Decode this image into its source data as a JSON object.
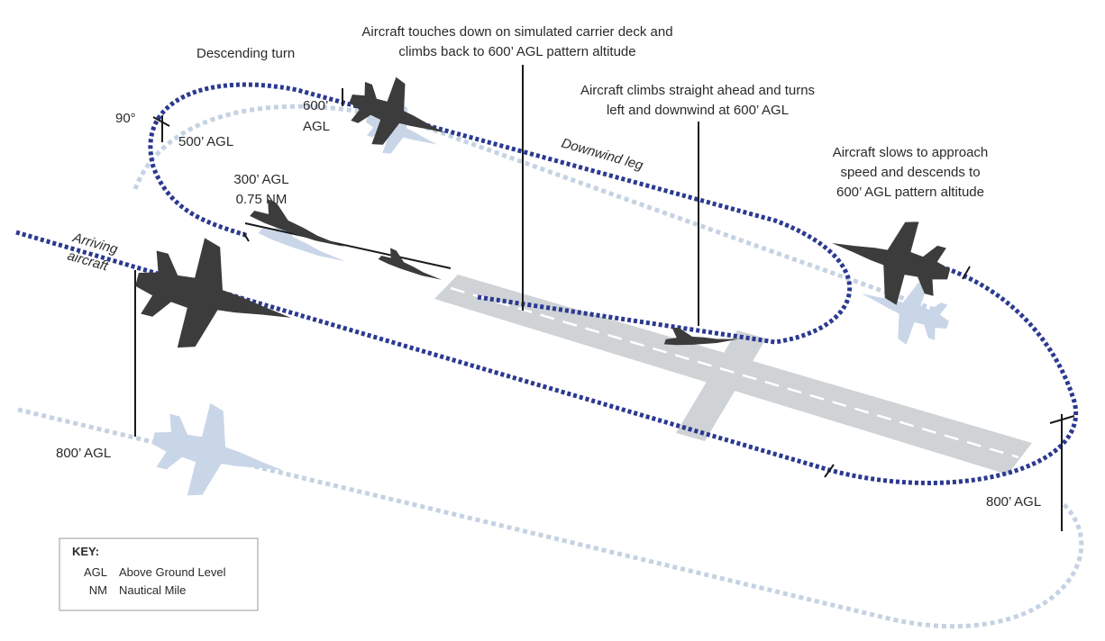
{
  "labels": {
    "descending_turn": "Descending turn",
    "touchdown_line1": "Aircraft touches down on simulated carrier deck and",
    "touchdown_line2": "climbs back to 600’ AGL pattern altitude",
    "climbs_line1": "Aircraft climbs straight ahead and turns",
    "climbs_line2": "left and downwind at 600’ AGL",
    "slows_line1": "Aircraft slows to approach",
    "slows_line2": "speed and descends to",
    "slows_line3": "600’ AGL pattern altitude",
    "downwind_leg": "Downwind leg",
    "arriving_line1": "Arriving",
    "arriving_line2": "aircraft",
    "ninety_deg": "90°",
    "agl_500": "500’ AGL",
    "agl_600_line1": "600’",
    "agl_600_line2": "AGL",
    "agl_300": "300’ AGL",
    "nm_075": "0.75 NM",
    "agl_800_left": "800’ AGL",
    "agl_800_right": "800’ AGL"
  },
  "key": {
    "title": "KEY:",
    "items": [
      {
        "abbr": "AGL",
        "meaning": "Above Ground Level"
      },
      {
        "abbr": "NM",
        "meaning": "Nautical Mile"
      }
    ]
  },
  "colors": {
    "path_dark": "#2b3990",
    "path_light": "#c5d2e3",
    "aircraft": "#3c3c3c",
    "shadow": "#c9d6e8",
    "runway": "#cfd3d6",
    "centerline": "#ffffff",
    "text": "#2a2a2a"
  },
  "icons": [
    "fighter-jet-icon",
    "aircraft-shadow-icon"
  ]
}
